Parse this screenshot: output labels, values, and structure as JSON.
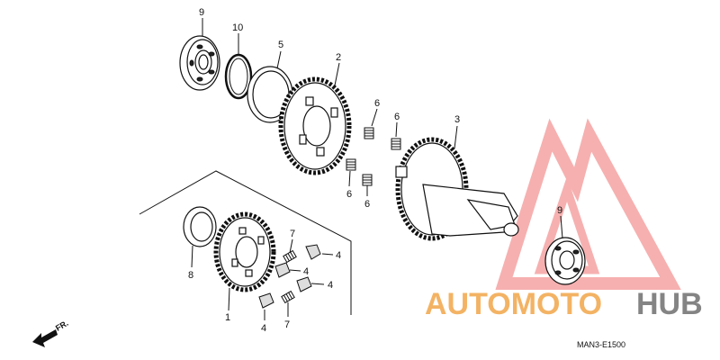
{
  "diagram": {
    "part_labels": {
      "p9_top": "9",
      "p10": "10",
      "p5": "5",
      "p2": "2",
      "p3": "3",
      "p6_a": "6",
      "p6_b": "6",
      "p6_c": "6",
      "p6_d": "6",
      "p9_right": "9",
      "p8": "8",
      "p1": "1",
      "p7_a": "7",
      "p7_b": "7",
      "p4_a": "4",
      "p4_b": "4",
      "p4_c": "4",
      "p4_d": "4"
    },
    "direction_label": "FR.",
    "diagram_code": "MAN3-E1500"
  },
  "watermark": {
    "text_orange": "AUTOMOTO",
    "text_gray": "HUB",
    "color_orange": "#f2a64a",
    "color_gray": "#6f6f6f",
    "triangle_color": "#f07070"
  }
}
